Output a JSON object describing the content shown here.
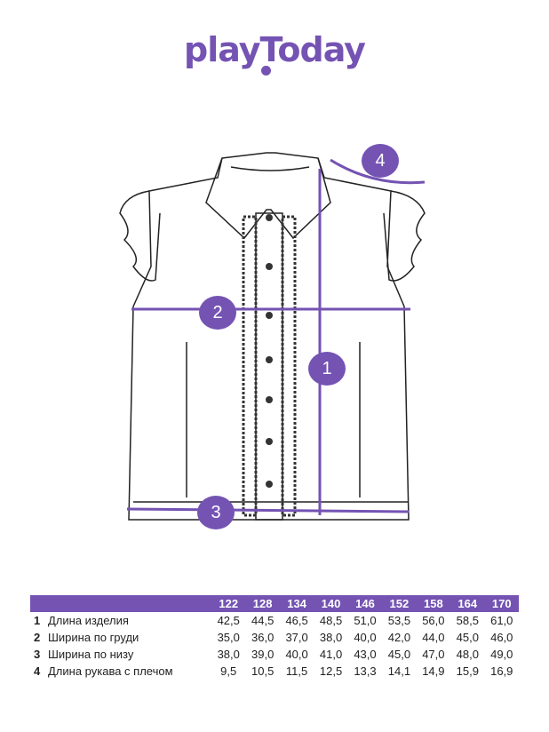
{
  "brand": {
    "logo_text": "playToday",
    "color": "#7453b3"
  },
  "markers": [
    "1",
    "2",
    "3",
    "4"
  ],
  "size_table": {
    "sizes": [
      "122",
      "128",
      "134",
      "140",
      "146",
      "152",
      "158",
      "164",
      "170"
    ],
    "rows": [
      {
        "num": "1",
        "label": "Длина изделия",
        "values": [
          "42,5",
          "44,5",
          "46,5",
          "48,5",
          "51,0",
          "53,5",
          "56,0",
          "58,5",
          "61,0"
        ]
      },
      {
        "num": "2",
        "label": "Ширина по груди",
        "values": [
          "35,0",
          "36,0",
          "37,0",
          "38,0",
          "40,0",
          "42,0",
          "44,0",
          "45,0",
          "46,0"
        ]
      },
      {
        "num": "3",
        "label": "Ширина по низу",
        "values": [
          "38,0",
          "39,0",
          "40,0",
          "41,0",
          "43,0",
          "45,0",
          "47,0",
          "48,0",
          "49,0"
        ]
      },
      {
        "num": "4",
        "label": "Длина рукава с плечом",
        "values": [
          "9,5",
          "10,5",
          "11,5",
          "12,5",
          "13,3",
          "14,1",
          "14,9",
          "15,9",
          "16,9"
        ]
      }
    ]
  }
}
